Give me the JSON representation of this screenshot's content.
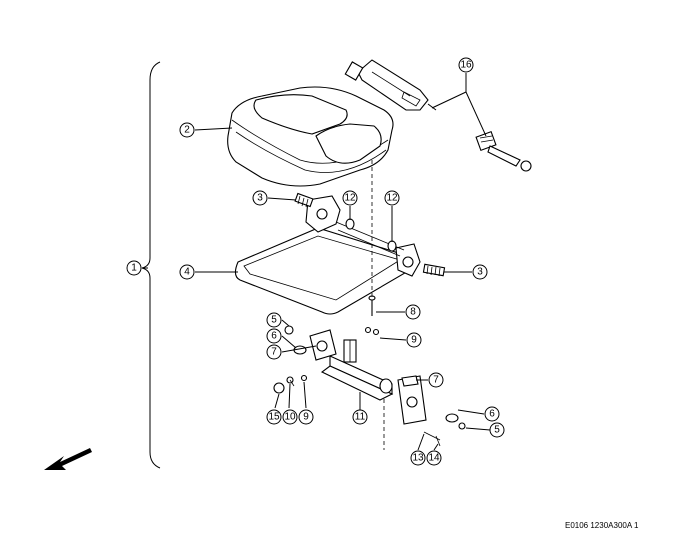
{
  "drawing_code": "E0106 1230A300A 1",
  "callouts": [
    "1",
    "2",
    "3",
    "3",
    "4",
    "5",
    "5",
    "6",
    "6",
    "7",
    "7",
    "8",
    "9",
    "9",
    "10",
    "11",
    "12",
    "12",
    "13",
    "14",
    "15",
    "16"
  ],
  "icons": {
    "direction_arrow": "arrow-down-left-icon"
  }
}
